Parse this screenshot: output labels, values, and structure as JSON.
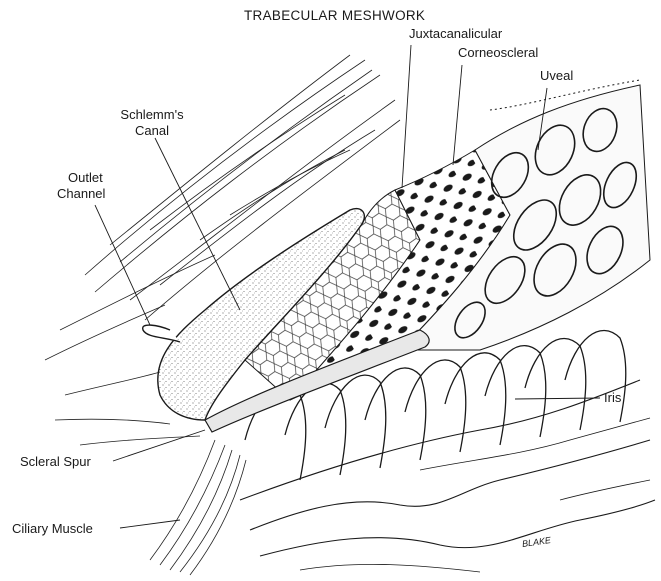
{
  "figure": {
    "title": "TRABECULAR MESHWORK",
    "labels": {
      "juxtacanalicular": "Juxtacanalicular",
      "corneoscleral": "Corneoscleral",
      "uveal": "Uveal",
      "schlemms_canal_line1": "Schlemm's",
      "schlemms_canal_line2": "Canal",
      "outlet_channel_line1": "Outlet",
      "outlet_channel_line2": "Channel",
      "iris": "Iris",
      "scleral_spur": "Scleral Spur",
      "ciliary_muscle": "Ciliary Muscle"
    },
    "signature": "BLAKE",
    "colors": {
      "ink": "#1a1a1a",
      "paper": "#ffffff",
      "stipple": "#555555"
    }
  }
}
